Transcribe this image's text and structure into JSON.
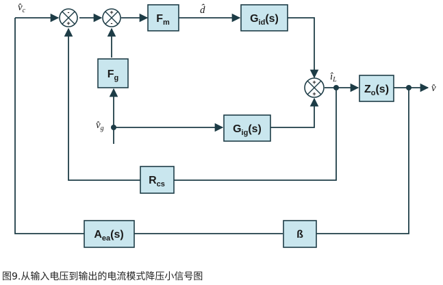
{
  "blocks": {
    "fm": {
      "main": "F",
      "sub": "m",
      "tail": ""
    },
    "fg": {
      "main": "F",
      "sub": "g",
      "tail": ""
    },
    "gid": {
      "main": "G",
      "sub": "id",
      "tail": "(s)"
    },
    "gig": {
      "main": "G",
      "sub": "ig",
      "tail": "(s)"
    },
    "zo": {
      "main": "Z",
      "sub": "o",
      "tail": "(s)"
    },
    "rcs": {
      "main": "R",
      "sub": "cs",
      "tail": ""
    },
    "aea": {
      "main": "A",
      "sub": "ea",
      "tail": "(s)"
    },
    "beta": {
      "main": "ß",
      "sub": "",
      "tail": ""
    }
  },
  "signals": {
    "vc": {
      "main": "v̂",
      "sub": "c"
    },
    "d": {
      "main": "d̂",
      "sub": ""
    },
    "il": {
      "main": "î",
      "sub": "L"
    },
    "vg": {
      "main": "v̂",
      "sub": "g"
    },
    "vout": {
      "main": "v̂",
      "sub": ""
    }
  },
  "summers": {
    "s1": {
      "top": "-",
      "bottom": "+"
    },
    "s2": {
      "top": "+",
      "bottom": "-"
    },
    "s3": {
      "top": "+",
      "bottom": "+"
    }
  },
  "caption": "图9.从输入电压到输出的电流模式降压小信号图"
}
